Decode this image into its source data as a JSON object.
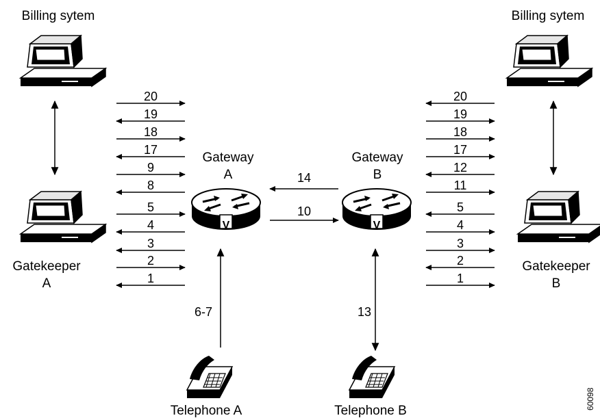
{
  "labels": {
    "billing_left": "Billing sytem",
    "billing_right": "Billing sytem",
    "gatekeeper_a_line1": "Gatekeeper",
    "gatekeeper_a_line2": "A",
    "gatekeeper_b_line1": "Gatekeeper",
    "gatekeeper_b_line2": "B",
    "gateway_a_line1": "Gateway",
    "gateway_a_line2": "A",
    "gateway_b_line1": "Gateway",
    "gateway_b_line2": "B",
    "telephone_a": "Telephone A",
    "telephone_b": "Telephone B",
    "router_badge_a": "V",
    "router_badge_b": "V",
    "figure_id": "60098"
  },
  "left_steps": [
    {
      "num": "20",
      "dir": "right"
    },
    {
      "num": "19",
      "dir": "left"
    },
    {
      "num": "18",
      "dir": "right"
    },
    {
      "num": "17",
      "dir": "left"
    },
    {
      "num": "9",
      "dir": "right"
    },
    {
      "num": "8",
      "dir": "left"
    },
    {
      "num": "5",
      "dir": "right"
    },
    {
      "num": "4",
      "dir": "left"
    },
    {
      "num": "3",
      "dir": "left"
    },
    {
      "num": "2",
      "dir": "right"
    },
    {
      "num": "1",
      "dir": "left"
    }
  ],
  "right_steps": [
    {
      "num": "20",
      "dir": "left"
    },
    {
      "num": "19",
      "dir": "right"
    },
    {
      "num": "18",
      "dir": "right"
    },
    {
      "num": "17",
      "dir": "right"
    },
    {
      "num": "12",
      "dir": "left"
    },
    {
      "num": "11",
      "dir": "right"
    },
    {
      "num": "5",
      "dir": "left"
    },
    {
      "num": "4",
      "dir": "right"
    },
    {
      "num": "3",
      "dir": "right"
    },
    {
      "num": "2",
      "dir": "left"
    },
    {
      "num": "1",
      "dir": "right"
    }
  ],
  "gateway_links": {
    "b_to_a": "14",
    "a_to_b": "10"
  },
  "phone_links": {
    "phone_a": "6-7",
    "phone_b": "13"
  },
  "colors": {
    "stroke": "#000000",
    "background": "#ffffff"
  }
}
